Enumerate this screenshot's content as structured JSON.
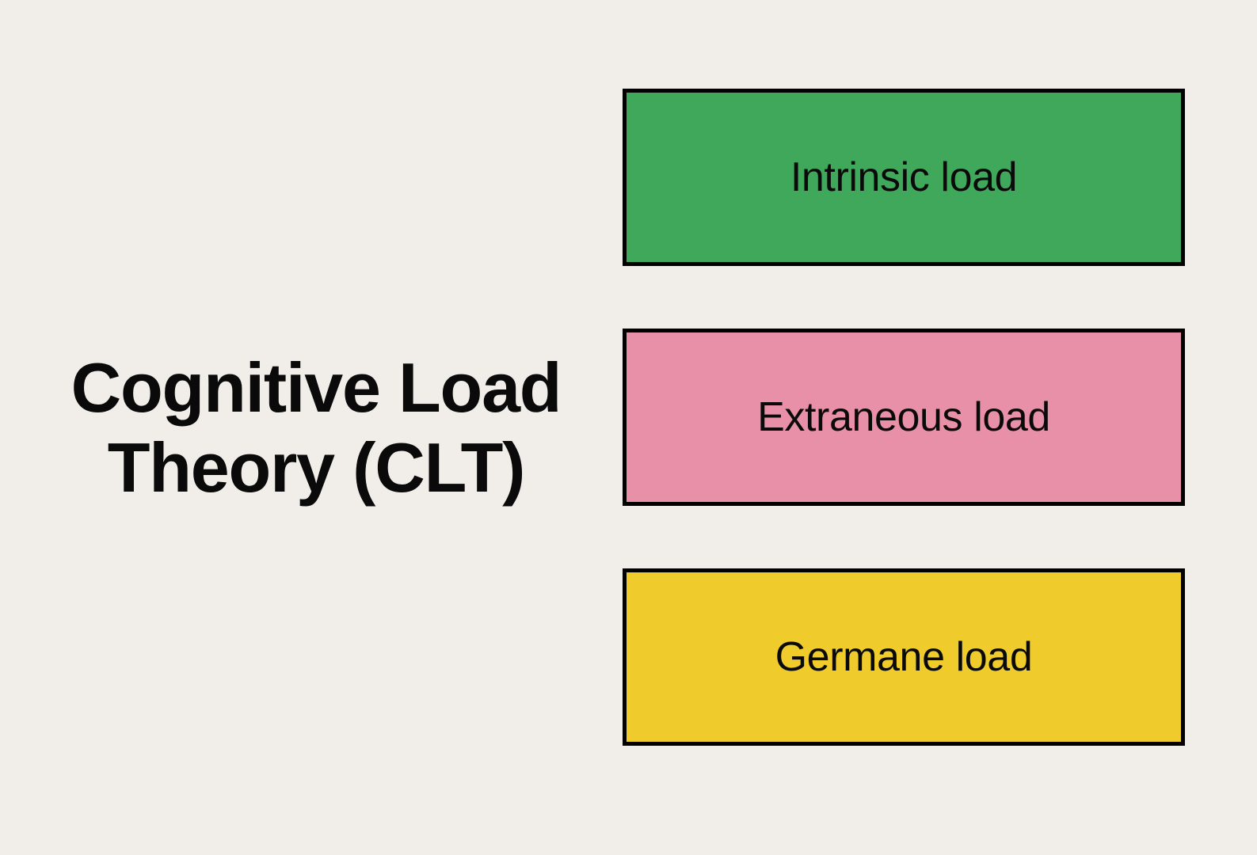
{
  "background_color": "#F1EDE9",
  "title": {
    "text": "Cognitive Load\nTheory (CLT)",
    "line1": "Cognitive Load",
    "line2": "Theory (CLT)",
    "color": "#0A0A0A"
  },
  "boxes": [
    {
      "label": "Intrinsic load",
      "fill_color": "#3FA85B",
      "border_color": "#000000",
      "text_color": "#0A0A0A"
    },
    {
      "label": "Extraneous load",
      "fill_color": "#E890A8",
      "border_color": "#000000",
      "text_color": "#0A0A0A"
    },
    {
      "label": "Germane load",
      "fill_color": "#EFCC2B",
      "border_color": "#000000",
      "text_color": "#0A0A0A"
    }
  ]
}
